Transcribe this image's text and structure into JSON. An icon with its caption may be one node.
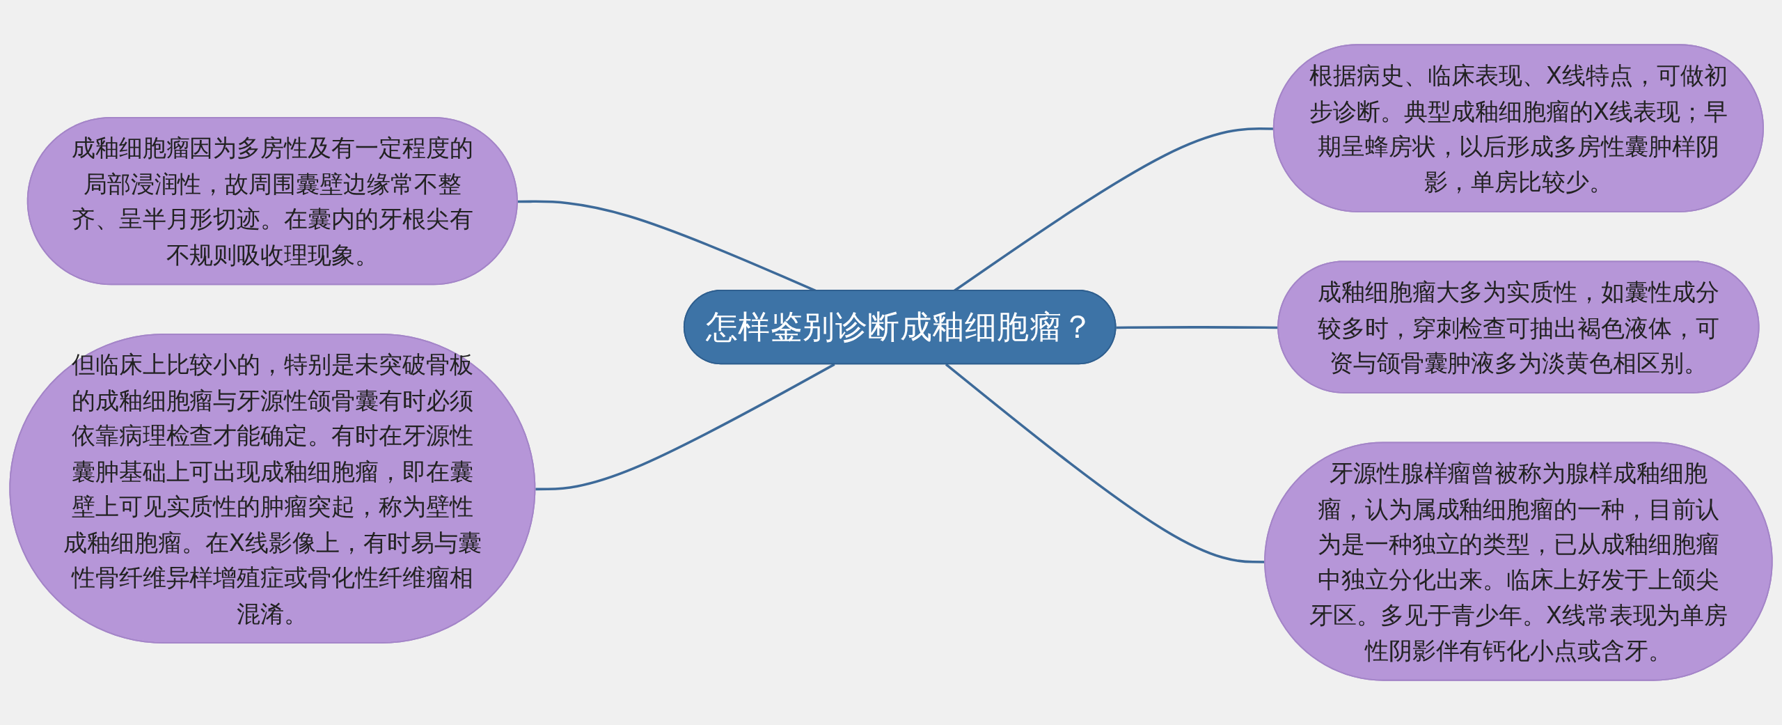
{
  "diagram": {
    "nodes": [
      {
        "text": [
          "怎样鉴别诊断成釉细胞瘤？"
        ]
      },
      {
        "text": [
          "成釉细胞瘤因为多房性及有一定程度的局部浸润性，故周围囊壁边缘常不整齐、呈半月形切迹。在囊内的牙根尖有不规则吸收理现象。"
        ]
      },
      {
        "text": [
          "但临床上比较小的，特别是未突破骨板的成釉细胞瘤与牙源性颌骨囊有时必须依靠病理检查才能确定。有时在牙源性囊肿基础上可出现成釉细胞瘤，即在囊壁上可见实质性的肿瘤突起，称为壁性成釉细胞瘤。在X线影像上，有时易与囊性骨纤维异样增殖症或骨化性纤维瘤相混淆。"
        ]
      },
      {
        "text": [
          "根据病史、临床表现、X线特点，可做初步诊断。典型成釉细胞瘤的X线表现；早期呈蜂房状，以后形成多房性囊肿样阴影，单房比较少。"
        ]
      },
      {
        "text": [
          "成釉细胞瘤大多为实质性，如囊性成分较多时，穿刺检查可抽出褐色液体，可资与颌骨囊肿液多为淡黄色相区别。"
        ]
      },
      {
        "text": [
          "牙源性腺样瘤曾被称为腺样成釉细胞瘤，认为属成釉细胞瘤的一种，目前认为是一种独立的类型，已从成釉细胞瘤中独立分化出来。临床上好发于上颌尖牙区。多见于青少年。X线常表现为单房性阴影伴有钙化小点或含牙。"
        ]
      }
    ],
    "edges": [
      {
        "from": 1,
        "to": 0,
        "arrow": "none"
      },
      {
        "from": 2,
        "to": 0,
        "arrow": "none"
      },
      {
        "from": 0,
        "to": 3,
        "arrow": "none"
      },
      {
        "from": 0,
        "to": 4,
        "arrow": "none"
      },
      {
        "from": 0,
        "to": 5,
        "arrow": "none"
      }
    ]
  }
}
